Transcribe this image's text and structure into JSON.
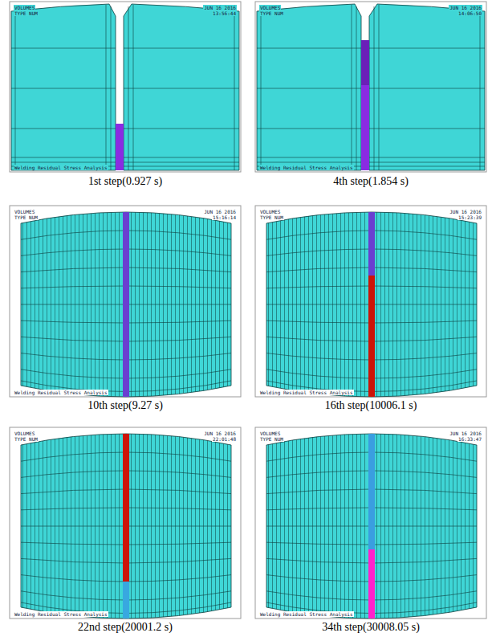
{
  "diagram": {
    "labels": [
      "VOLUMES",
      "TYPE NUM",
      "JUN 16 2016",
      "13:56:44",
      "Welding Residual Stress Analysis",
      "1st step(0.927 s)",
      "VOLUMES",
      "TYPE NUM",
      "JUN 16 2016",
      "14:06:50",
      "Welding Residual Stress Analysis",
      "4th step(1.854 s)",
      "VOLUMES",
      "TYPE NUM",
      "JUN 16 2016",
      "15:16:14",
      "Welding Residual Stress Analysis",
      "10th step(9.27 s)",
      "VOLUMES",
      "TYPE NUM",
      "JUN 16 2016",
      "15:23:39",
      "Welding Residual Stress Analysis",
      "16th step(10006.1 s)",
      "VOLUMES",
      "TYPE NUM",
      "JUN 16 2016",
      "22:01:48",
      "Welding Residual Stress Analysis",
      "22nd step(20001.2 s)",
      "VOLUMES",
      "TYPE NUM",
      "JUN 16 2016",
      "16:33:47",
      "Welding Residual Stress Analysis",
      "34th step(30008.05 s)"
    ]
  }
}
